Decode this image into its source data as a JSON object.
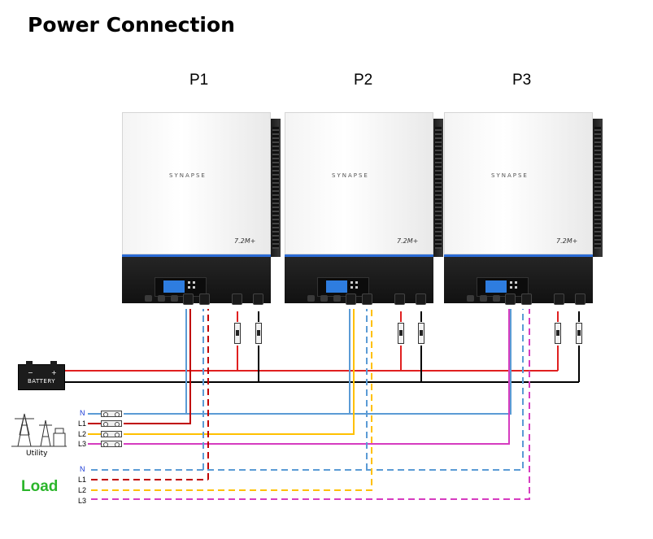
{
  "title": "Power Connection",
  "inverters": [
    {
      "label": "P1",
      "brand": "SYNAPSE",
      "model": "7.2M+"
    },
    {
      "label": "P2",
      "brand": "SYNAPSE",
      "model": "7.2M+"
    },
    {
      "label": "P3",
      "brand": "SYNAPSE",
      "model": "7.2M+"
    }
  ],
  "battery": {
    "label": "BATTERY",
    "minus": "−",
    "plus": "+"
  },
  "utility": {
    "label": "Utility",
    "lines": [
      "N",
      "L1",
      "L2",
      "L3"
    ]
  },
  "load": {
    "label": "Load",
    "lines": [
      "N",
      "L1",
      "L2",
      "L3"
    ]
  },
  "colors": {
    "neutral": "#5b9bd5",
    "l1": "#c00000",
    "l2": "#ffc000",
    "l3": "#d63cc0",
    "battery_positive": "#e02020",
    "battery_negative": "#000000"
  }
}
